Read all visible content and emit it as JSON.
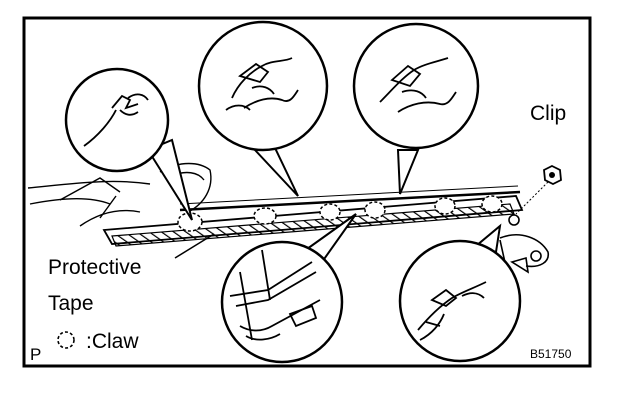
{
  "labels": {
    "clip": "Clip",
    "protective_tape_line1": "Protective",
    "protective_tape_line2": "Tape",
    "claw_legend": ":Claw",
    "corner_mark": "P",
    "figure_code": "B51750"
  },
  "legend": {
    "claw_symbol": "dashed-circle-icon"
  },
  "colors": {
    "ink": "#000000",
    "paper": "#ffffff"
  }
}
